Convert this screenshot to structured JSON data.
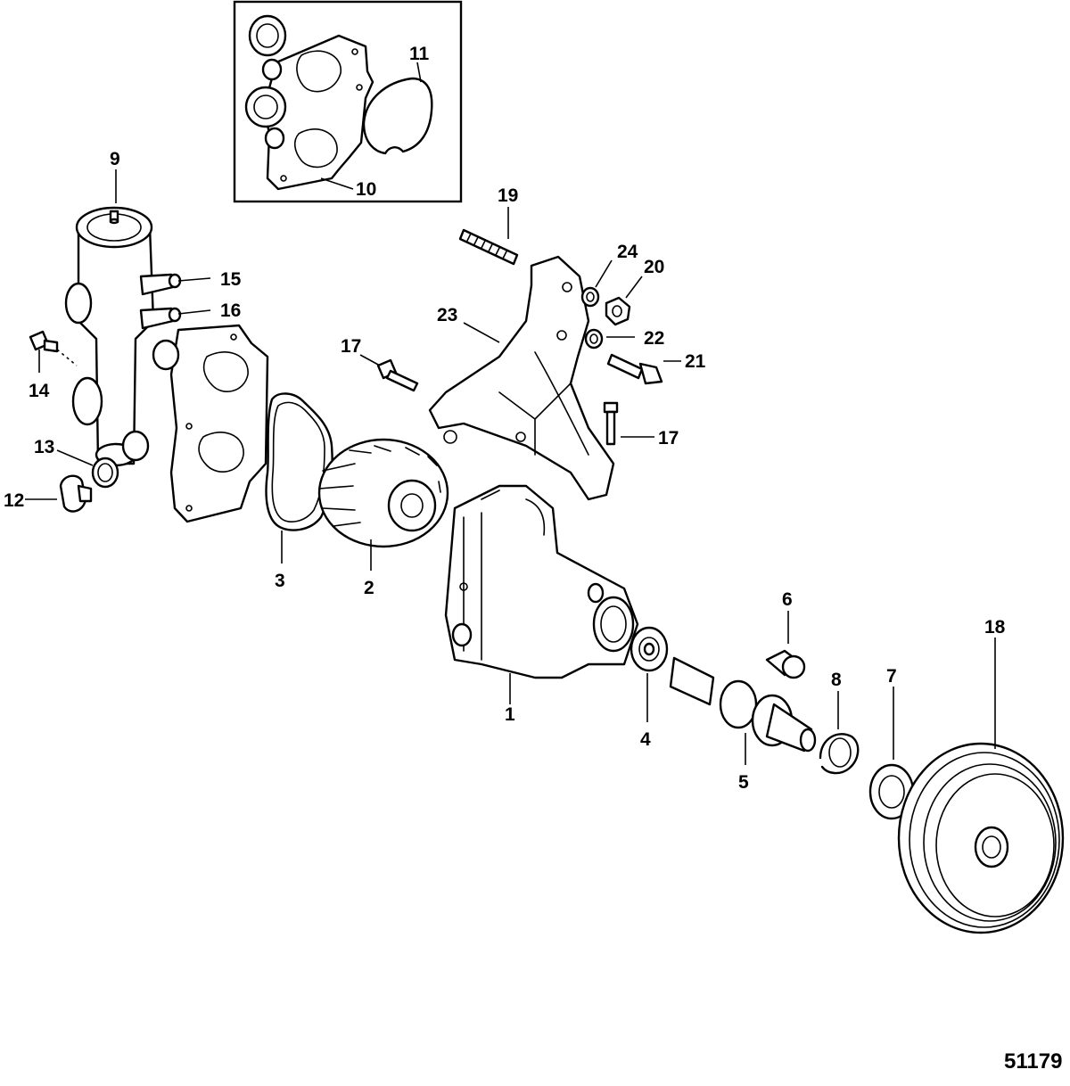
{
  "figure_number": "51179",
  "callouts": {
    "c1": "1",
    "c2": "2",
    "c3": "3",
    "c4": "4",
    "c5": "5",
    "c6": "6",
    "c7": "7",
    "c8": "8",
    "c9": "9",
    "c10": "10",
    "c11": "11",
    "c12": "12",
    "c13": "13",
    "c14": "14",
    "c15": "15",
    "c16": "16",
    "c17a": "17",
    "c17b": "17",
    "c18": "18",
    "c19": "19",
    "c20": "20",
    "c21": "21",
    "c22": "22",
    "c23": "23",
    "c24": "24"
  }
}
